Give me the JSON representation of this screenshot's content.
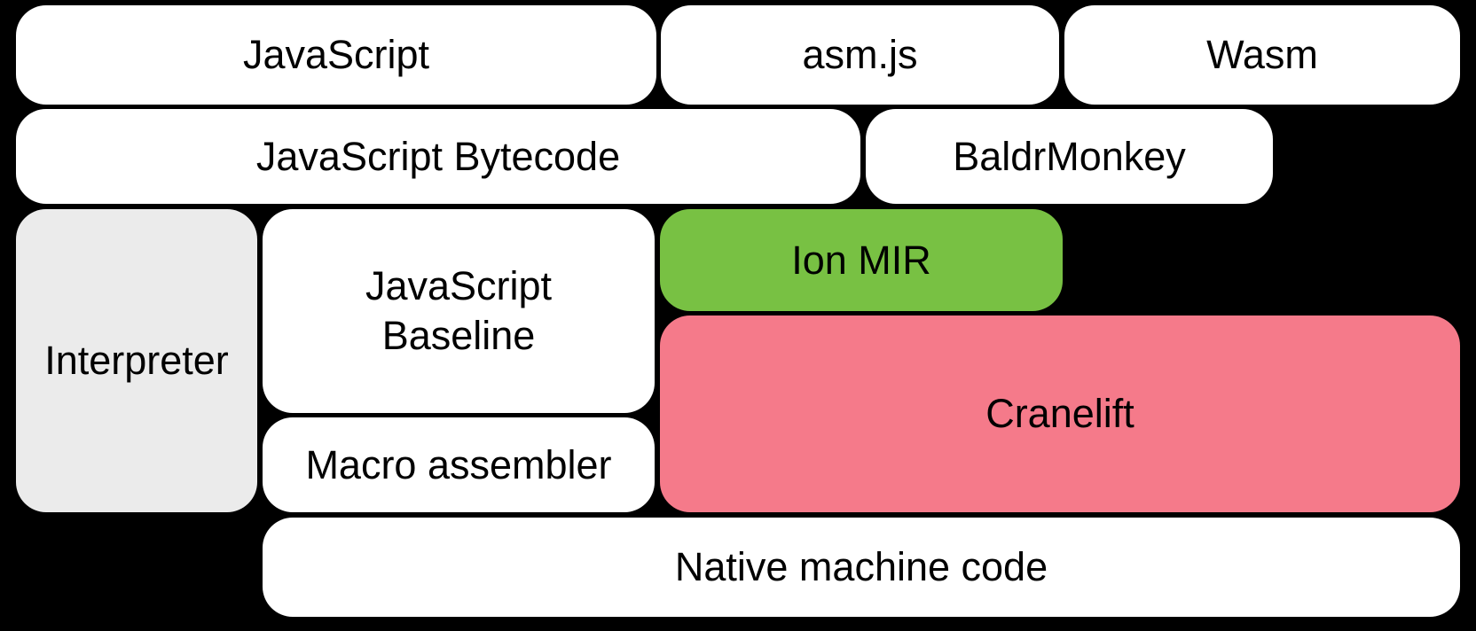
{
  "diagram": {
    "background_color": "#000000",
    "text_color": "#000000",
    "nodes": {
      "javascript": {
        "label": "JavaScript",
        "color": "#ffffff"
      },
      "asm_js": {
        "label": "asm.js",
        "color": "#ffffff"
      },
      "wasm": {
        "label": "Wasm",
        "color": "#ffffff"
      },
      "javascript_bytecode": {
        "label": "JavaScript Bytecode",
        "color": "#ffffff"
      },
      "baldrmonkey": {
        "label": "BaldrMonkey",
        "color": "#ffffff"
      },
      "interpreter": {
        "label": "Interpreter",
        "color": "#ebebeb"
      },
      "javascript_baseline": {
        "label": "JavaScript Baseline",
        "color": "#ffffff"
      },
      "ion_mir": {
        "label": "Ion MIR",
        "color": "#78c143"
      },
      "cranelift": {
        "label": "Cranelift",
        "color": "#f57a8a"
      },
      "macro_assembler": {
        "label": "Macro assembler",
        "color": "#ffffff"
      },
      "native_machine_code": {
        "label": "Native machine code",
        "color": "#ffffff"
      }
    }
  }
}
